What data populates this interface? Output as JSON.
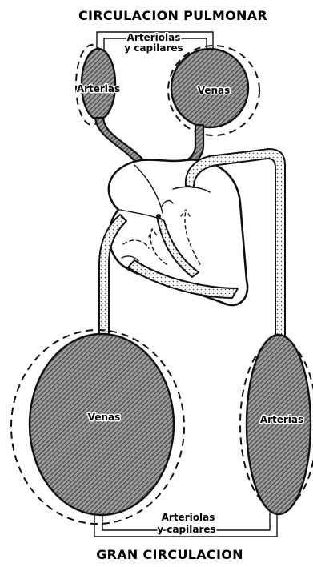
{
  "diagram": {
    "top_title": "CIRCULACION PULMONAR",
    "bottom_title": "GRAN CIRCULACION",
    "pulmonary": {
      "arteries_label": "Arterias",
      "veins_label": "Venas",
      "capillaries_line1": "Arteriolas",
      "capillaries_line2": "y capilares"
    },
    "systemic": {
      "veins_label": "Venas",
      "arteries_label": "Arterias",
      "capillaries_line1": "Arteriolas",
      "capillaries_line2": "y capilares"
    }
  }
}
